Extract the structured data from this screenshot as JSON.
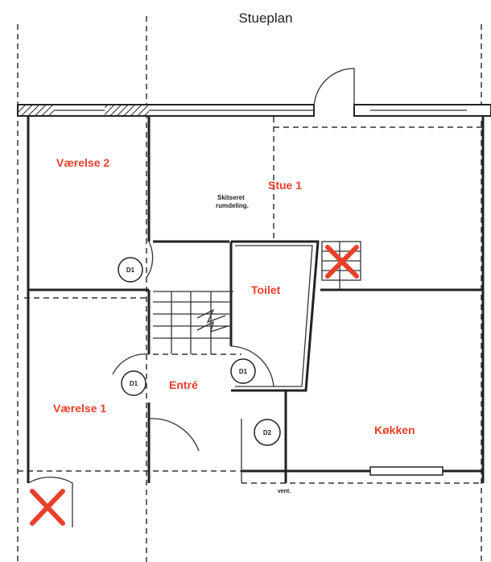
{
  "title": "Stueplan",
  "rooms": {
    "vaerelse2": "Værelse 2",
    "stue1": "Stue 1",
    "toilet": "Toilet",
    "entre": "Entré",
    "vaerelse1": "Værelse 1",
    "kokken": "Køkken"
  },
  "annotations": {
    "partition_line1": "Skitseret",
    "partition_line2": "rumdeling.",
    "vent": "vent."
  },
  "doors": [
    "D1",
    "D1",
    "D1",
    "D2"
  ],
  "colors": {
    "label": "#e8402a",
    "mark": "#e8402a"
  }
}
